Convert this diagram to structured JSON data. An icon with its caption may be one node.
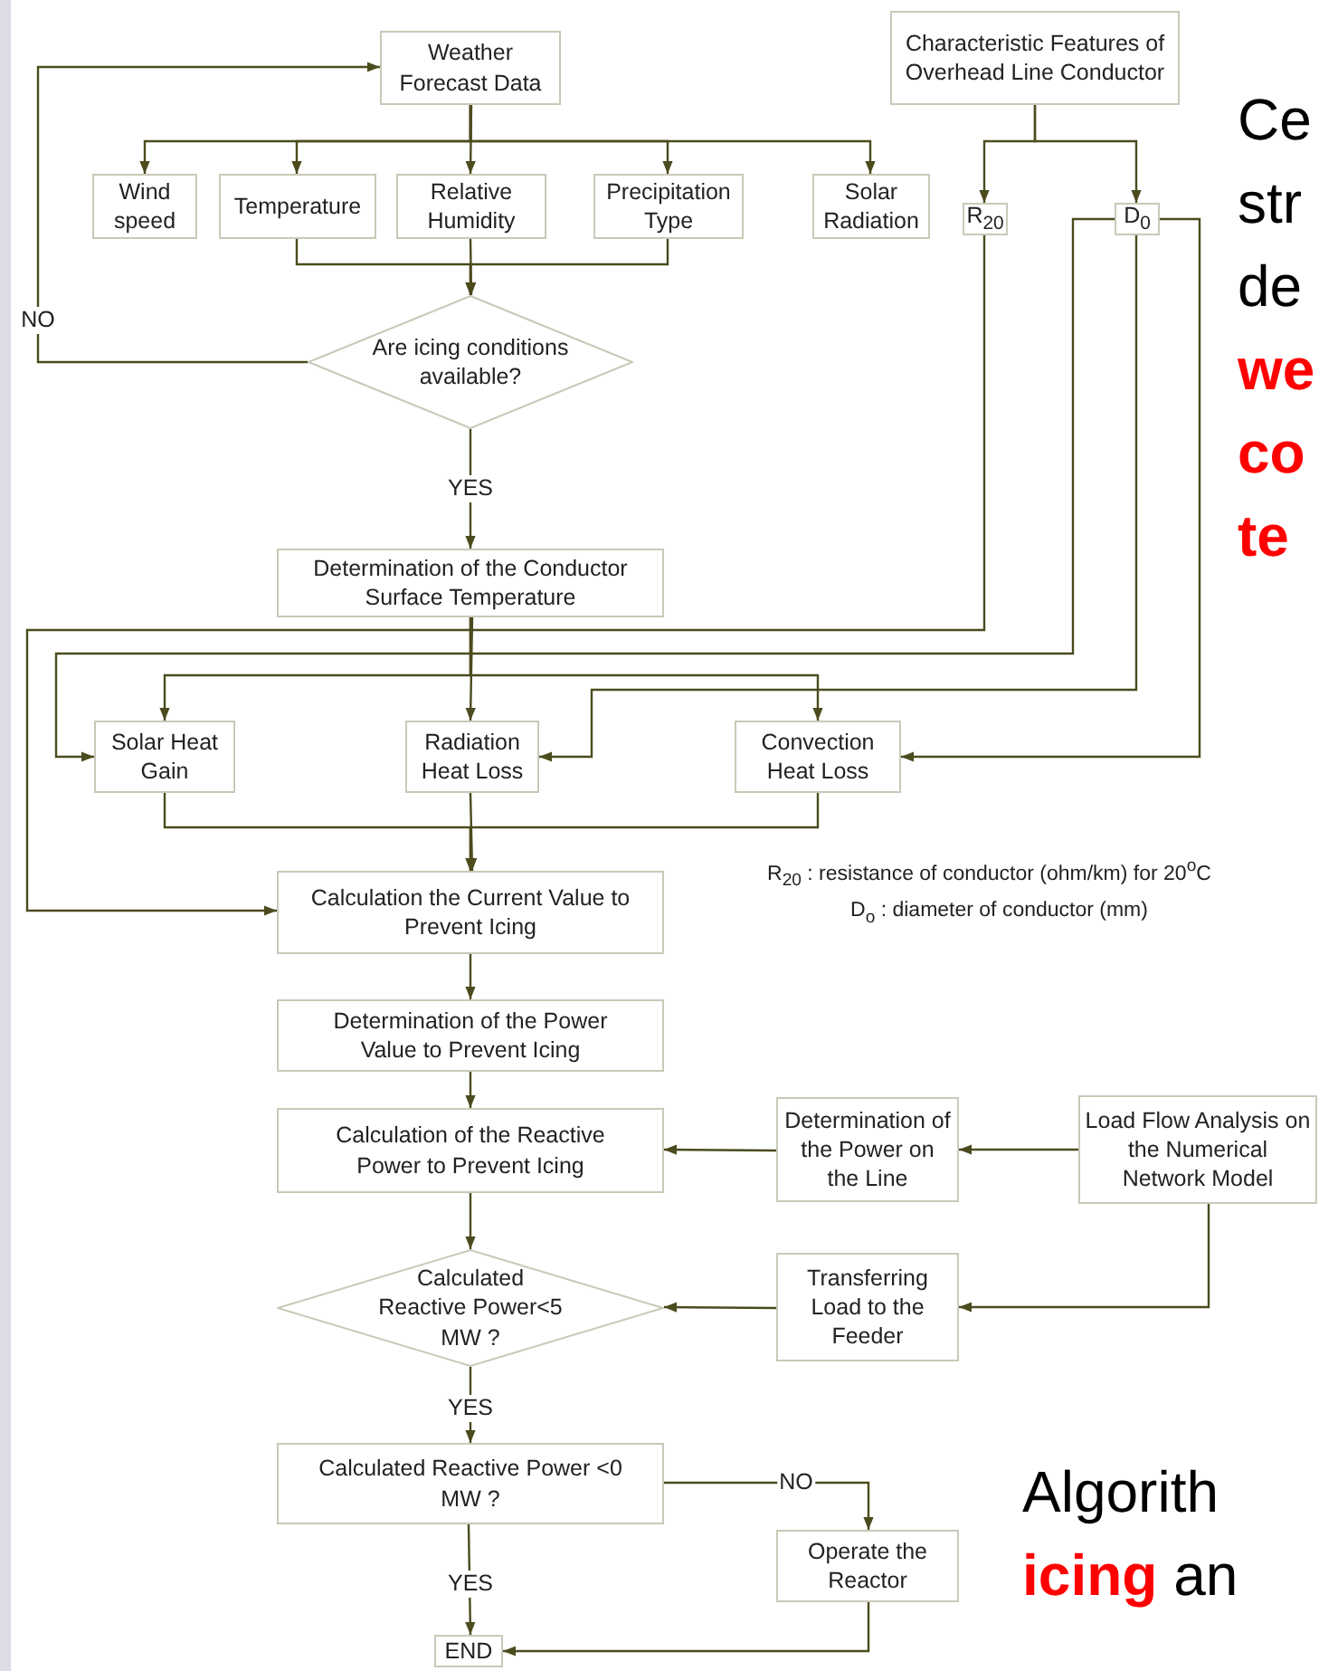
{
  "diagram": {
    "nodes": [
      {
        "text": [
          "Weather Forecast Data"
        ]
      },
      {
        "text": [
          "Characteristic Features of Overhead Line Conductor"
        ]
      },
      {
        "text": [
          "Wind speed"
        ]
      },
      {
        "text": [
          "Temperature"
        ]
      },
      {
        "text": [
          "Relative Humidity"
        ]
      },
      {
        "text": [
          "Precipitation Type"
        ]
      },
      {
        "text": [
          "Solar Radiation"
        ]
      },
      {
        "text": [
          "R$_{20}$"
        ]
      },
      {
        "text": [
          "D$_{0}$"
        ]
      },
      {
        "text": [
          "Are icing conditions available?"
        ]
      },
      {
        "text": [
          "Determination of the Conductor Surface Temperature"
        ]
      },
      {
        "text": [
          "Solar Heat Gain"
        ]
      },
      {
        "text": [
          "Radiation Heat Loss"
        ]
      },
      {
        "text": [
          "Convection Heat Loss"
        ]
      },
      {
        "text": [
          "Calculation the Current Value to Prevent Icing"
        ]
      },
      {
        "text": [
          "Determination of the Power Value to Prevent Icing"
        ]
      },
      {
        "text": [
          "Calculation of the Reactive Power to Prevent Icing"
        ]
      },
      {
        "text": [
          "Determination of the Power on the Line"
        ]
      },
      {
        "text": [
          "Load Flow Analysis on the Numerical Network Model"
        ]
      },
      {
        "text": [
          "Calculated Reactive Power<5 MW ?"
        ]
      },
      {
        "text": [
          "Transferring Load to the Feeder"
        ]
      },
      {
        "text": [
          "Calculated Reactive Power <0 MW ?"
        ]
      },
      {
        "text": [
          "Operate the Reactor"
        ]
      },
      {
        "text": [
          "END"
        ]
      }
    ],
    "edges": [
      {
        "from": 9,
        "to": 0,
        "arrow": "to",
        "label": "NO"
      },
      {
        "from": 0,
        "to": 2,
        "arrow": "to"
      },
      {
        "from": 0,
        "to": 3,
        "arrow": "to"
      },
      {
        "from": 0,
        "to": 4,
        "arrow": "to"
      },
      {
        "from": 0,
        "to": 5,
        "arrow": "to"
      },
      {
        "from": 0,
        "to": 6,
        "arrow": "to"
      },
      {
        "from": 1,
        "to": 7,
        "arrow": "to"
      },
      {
        "from": 1,
        "to": 8,
        "arrow": "to"
      },
      {
        "from": 3,
        "to": 9,
        "arrow": "to"
      },
      {
        "from": 4,
        "to": 9,
        "arrow": "to"
      },
      {
        "from": 5,
        "to": 9,
        "arrow": "to"
      },
      {
        "from": 9,
        "to": 10,
        "arrow": "to",
        "label": "YES"
      },
      {
        "from": 10,
        "to": 11,
        "arrow": "to"
      },
      {
        "from": 10,
        "to": 12,
        "arrow": "to"
      },
      {
        "from": 10,
        "to": 13,
        "arrow": "to"
      },
      {
        "from": 7,
        "to": 14,
        "arrow": "to"
      },
      {
        "from": 8,
        "to": 11,
        "arrow": "to"
      },
      {
        "from": 8,
        "to": 12,
        "arrow": "to"
      },
      {
        "from": 8,
        "to": 13,
        "arrow": "to"
      },
      {
        "from": 11,
        "to": 14,
        "arrow": "to"
      },
      {
        "from": 12,
        "to": 14,
        "arrow": "to"
      },
      {
        "from": 13,
        "to": 14,
        "arrow": "to"
      },
      {
        "from": 14,
        "to": 15,
        "arrow": "to"
      },
      {
        "from": 15,
        "to": 16,
        "arrow": "to"
      },
      {
        "from": 17,
        "to": 16,
        "arrow": "to"
      },
      {
        "from": 18,
        "to": 17,
        "arrow": "to"
      },
      {
        "from": 16,
        "to": 19,
        "arrow": "to"
      },
      {
        "from": 18,
        "to": 20,
        "arrow": "to"
      },
      {
        "from": 20,
        "to": 19,
        "arrow": "to"
      },
      {
        "from": 19,
        "to": 21,
        "arrow": "to",
        "label": "YES"
      },
      {
        "from": 21,
        "to": 22,
        "arrow": "to",
        "label": "NO"
      },
      {
        "from": 21,
        "to": 23,
        "arrow": "to",
        "label": "YES"
      },
      {
        "from": 22,
        "to": 23,
        "arrow": "to"
      }
    ],
    "labels": [
      "R$_{20}$ : resistance of conductor (ohm/km) for 20$^{o}$C",
      "D$_{o}$  : diameter of conductor  (mm)",
      "Ce",
      "str",
      "de",
      "we",
      "co",
      "te",
      "Algorith",
      "**icing** an"
    ]
  }
}
